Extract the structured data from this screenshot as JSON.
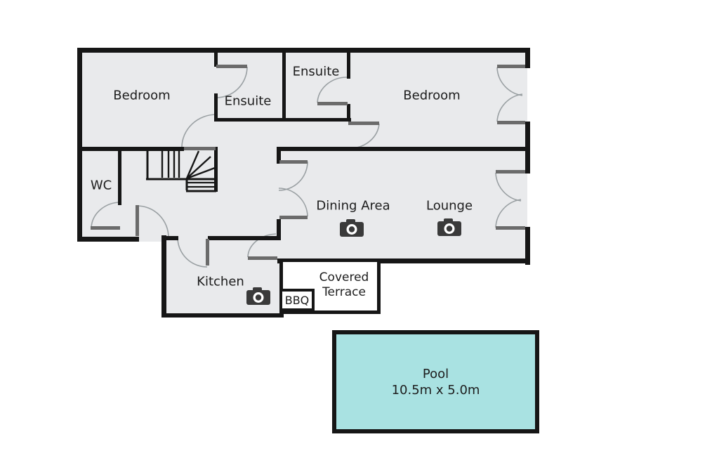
{
  "rooms": {
    "bedroom_left": "Bedroom",
    "ensuite_left": "Ensuite",
    "ensuite_mid": "Ensuite",
    "bedroom_right": "Bedroom",
    "wc": "WC",
    "dining": "Dining Area",
    "lounge": "Lounge",
    "kitchen": "Kitchen"
  },
  "outdoor": {
    "bbq": "BBQ",
    "terrace": "Covered Terrace",
    "pool_title": "Pool",
    "pool_dims": "10.5m x 5.0m"
  },
  "icons": {
    "dining_camera": "camera-icon",
    "lounge_camera": "camera-icon",
    "kitchen_camera": "camera-icon"
  },
  "colors": {
    "floor": "#e9eaec",
    "wall": "#161616",
    "door_leaf": "#6b6b6b",
    "swing_arc": "#9aa0a3",
    "pool_fill": "#a9e2e2",
    "terrace_fill": "#ffffff",
    "camera": "#3a3a3a",
    "text": "#1d1d1d",
    "background": "#ffffff"
  }
}
